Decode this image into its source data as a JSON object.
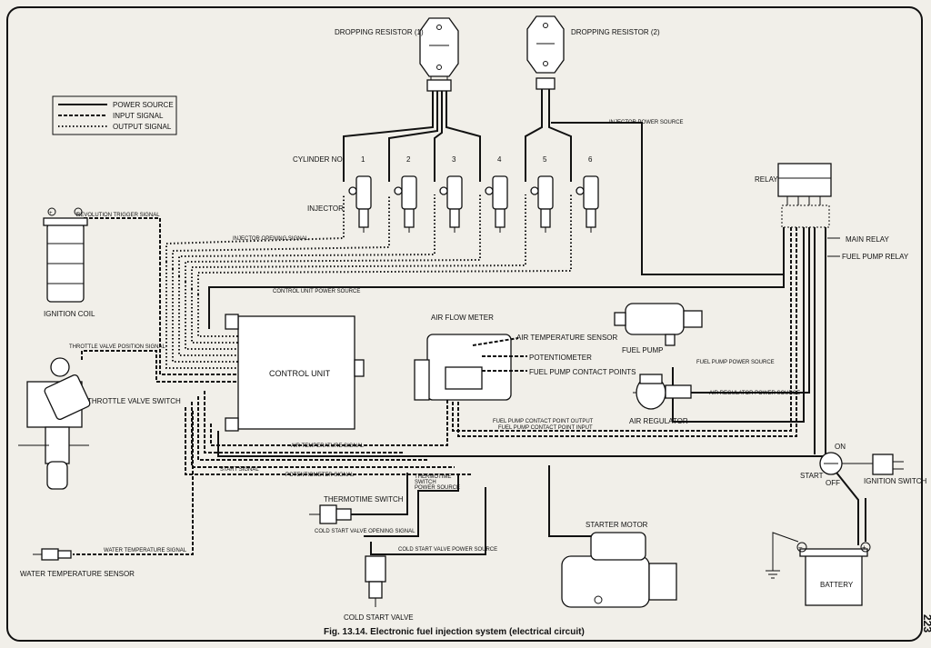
{
  "legend": {
    "power_source": "POWER SOURCE",
    "input_signal": "INPUT SIGNAL",
    "output_signal": "OUTPUT SIGNAL"
  },
  "resistors": {
    "r1": "DROPPING RESISTOR (1)",
    "r2": "DROPPING RESISTOR (2)"
  },
  "injectors": {
    "cylinder_no_label": "CYLINDER NO",
    "injector_label": "INJECTOR",
    "numbers": [
      "1",
      "2",
      "3",
      "4",
      "5",
      "6"
    ]
  },
  "signals": {
    "injector_power_source": "INJECTOR POWER SOURCE",
    "revolution_trigger": "REVOLUTION TRIGGER SIGNAL",
    "injector_opening": "INJECTOR OPENING SIGNAL",
    "control_unit_power": "CONTROL UNIT POWER SOURCE",
    "throttle_position": "THROTTLE VALVE POSITION SIGNAL",
    "air_temperature": "AIR TEMPERATURE SIGNAL",
    "start": "START SIGNAL",
    "potentiometer": "POTENTIOMETER SIGNAL",
    "water_temperature": "WATER TEMPERATURE SIGNAL",
    "cold_start_valve_opening": "COLD START VALVE OPENING SIGNAL",
    "cold_start_valve_power": "COLD START VALVE POWER SOURCE",
    "fuel_pump_contact_output": "FUEL PUMP CONTACT POINT OUTPUT",
    "fuel_pump_contact_input": "FUEL PUMP CONTACT POINT INPUT",
    "fuel_pump_power": "FUEL PUMP POWER SOURCE",
    "air_regulator_power": "AIR REGULATOR POWER SOURCE",
    "thermotime_power_l1": "THERMOTIME",
    "thermotime_power_l2": "SWITCH",
    "thermotime_power_l3": "POWER SOURCE"
  },
  "components": {
    "relay": "RELAY",
    "main_relay": "MAIN RELAY",
    "fuel_pump_relay": "FUEL PUMP RELAY",
    "ignition_coil": "IGNITION COIL",
    "throttle_valve_switch": "THROTTLE VALVE SWITCH",
    "control_unit": "CONTROL UNIT",
    "air_flow_meter": "AIR FLOW METER",
    "air_temperature_sensor": "AIR TEMPERATURE SENSOR",
    "potentiometer": "POTENTIOMETER",
    "fuel_pump_contact_points": "FUEL PUMP CONTACT POINTS",
    "fuel_pump": "FUEL PUMP",
    "air_regulator": "AIR REGULATOR",
    "thermotime_switch": "THERMOTIME SWITCH",
    "starter_motor": "STARTER MOTOR",
    "cold_start_valve": "COLD START VALVE",
    "water_temperature_sensor": "WATER TEMPERATURE SENSOR",
    "battery": "BATTERY",
    "ignition_switch": "IGNITION SWITCH",
    "switch_on": "ON",
    "switch_start": "START",
    "switch_off": "OFF",
    "plus": "+",
    "minus": "−"
  },
  "caption": "Fig. 13.14. Electronic fuel injection system (electrical circuit)",
  "page_number": "223"
}
